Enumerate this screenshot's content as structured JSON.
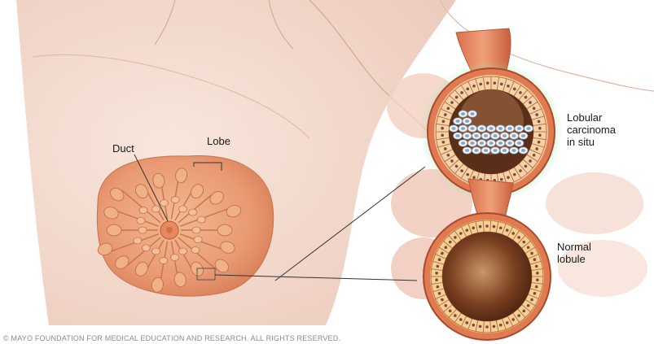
{
  "labels": {
    "duct": "Duct",
    "lobe": "Lobe",
    "lcis": [
      "Lobular",
      "carcinoma",
      "in situ"
    ],
    "normal": [
      "Normal",
      "lobule"
    ]
  },
  "copyright": "© MAYO FOUNDATION FOR MEDICAL EDUCATION AND RESEARCH. ALL RIGHTS RESERVED.",
  "colors": {
    "skin": "#f3d9cd",
    "skin_shadow": "#e6bfae",
    "breast_tissue": "#e9a27a",
    "lobule_wall": "#d8704b",
    "glow": "#8fe08a",
    "cells": "#8fb1cf"
  }
}
